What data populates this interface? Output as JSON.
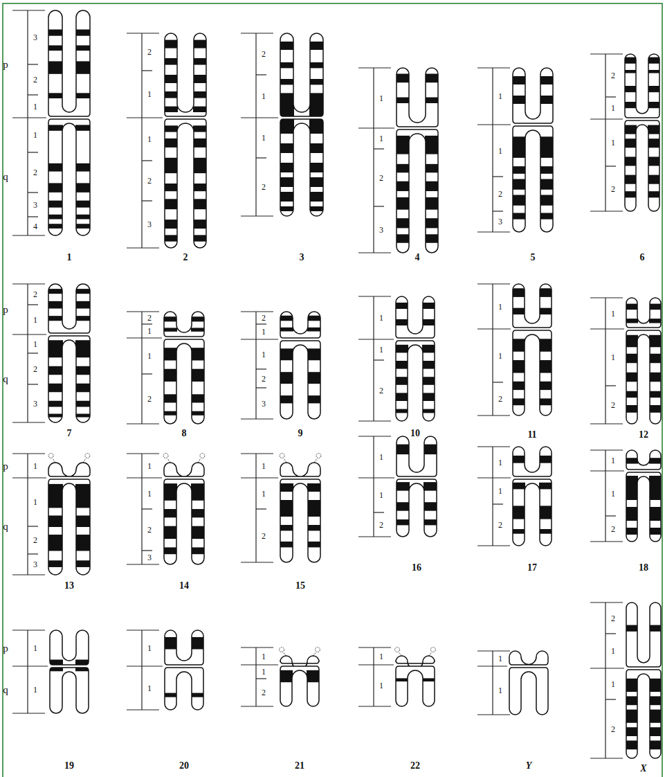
{
  "diagram": {
    "labels": [
      "p",
      "3",
      "2",
      "1",
      "q",
      "1",
      "2",
      "3",
      "4",
      "1",
      "2",
      "1",
      "1",
      "2",
      "3",
      "2",
      "2",
      "1",
      "1",
      "2",
      "3",
      "1",
      "1",
      "2",
      "3",
      "4",
      "1",
      "1",
      "2",
      "3",
      "5",
      "2",
      "1",
      "1",
      "2",
      "6",
      "p",
      "2",
      "1",
      "q",
      "1",
      "2",
      "3",
      "7",
      "2",
      "1",
      "1",
      "2",
      "8",
      "2",
      "1",
      "1",
      "2",
      "3",
      "9",
      "1",
      "1",
      "2",
      "10",
      "1",
      "1",
      "2",
      "11",
      "1",
      "1",
      "2",
      "12",
      "p",
      "1",
      "q",
      "1",
      "2",
      "3",
      "13",
      "1",
      "1",
      "2",
      "3",
      "14",
      "1",
      "1",
      "2",
      "15",
      "1",
      "1",
      "2",
      "16",
      "1",
      "1",
      "2",
      "17",
      "1",
      "1",
      "2",
      "18",
      "p",
      "1",
      "q",
      "1",
      "19",
      "1",
      "1",
      "20",
      "1",
      "1",
      "2",
      "21",
      "1",
      "1",
      "22",
      "1",
      "1",
      "Y",
      "2",
      "1",
      "1",
      "2",
      "X"
    ]
  }
}
